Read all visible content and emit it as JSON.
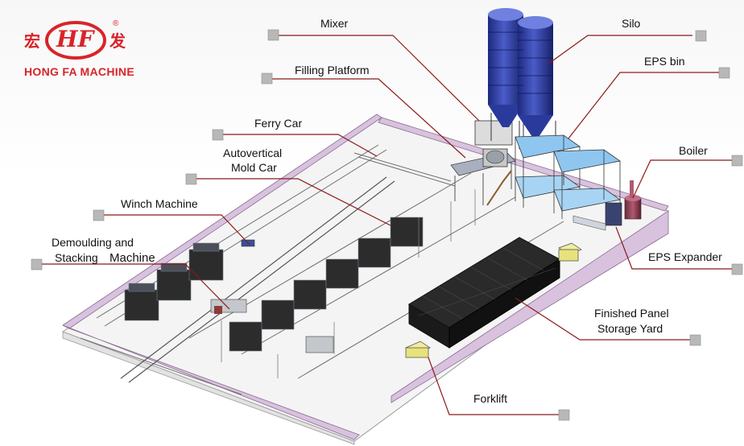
{
  "logo": {
    "char_left": "宏",
    "monogram": "HF",
    "char_right": "发",
    "registered": "®",
    "brand": "HONG FA MACHINE"
  },
  "labels": {
    "mixer": "Mixer",
    "silo": "Silo",
    "filling_platform": "Filling Platform",
    "eps_bin": "EPS bin",
    "ferry_car": "Ferry Car",
    "autovertical_mold_car_line1": "Autovertical",
    "autovertical_mold_car_line2": "Mold Car",
    "boiler": "Boiler",
    "winch_machine": "Winch Machine",
    "demoulding_line1": "Demoulding and",
    "demoulding_line2": "Stacking",
    "demoulding_line3": "Machine",
    "eps_expander": "EPS Expander",
    "finished_panel_line1": "Finished Panel",
    "finished_panel_line2": "Storage Yard",
    "forklift": "Forklift"
  },
  "colors": {
    "brand_red": "#d8242a",
    "leader_line": "#8b1a1a",
    "marker": "#b8b8b8",
    "silo_blue": "#2a3a9c",
    "panel_black": "#1e1e1e",
    "wall_purple": "#c8aed0"
  }
}
